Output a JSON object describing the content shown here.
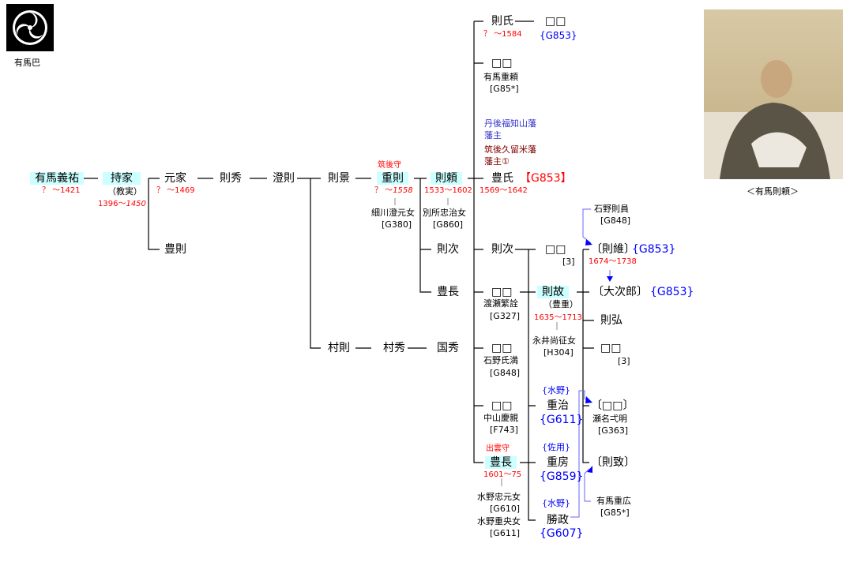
{
  "crest": {
    "label": "有馬巴"
  },
  "portrait": {
    "caption": "＜有馬則頼＞"
  },
  "nodes": {
    "yoshisuke": {
      "name": "有馬義祐",
      "dates": "？ ～1421"
    },
    "mochiie": {
      "name": "持家",
      "alias": "（教実）",
      "dates_a": "1396～",
      "dates_b": "1450"
    },
    "motoie": {
      "name": "元家",
      "dates": "？ ～1469"
    },
    "toyonori": {
      "name": "豊則"
    },
    "norihide": {
      "name": "則秀"
    },
    "suminori": {
      "name": "澄則"
    },
    "norikage": {
      "name": "則景"
    },
    "muranori": {
      "name": "村則"
    },
    "murahide": {
      "name": "村秀"
    },
    "kunihide": {
      "name": "国秀"
    },
    "shigenori": {
      "title": "筑後守",
      "name": "重則",
      "dates_a": "？ ～",
      "dates_b": "1558",
      "spouse": "細川澄元女",
      "spouse_ref": "[G380]"
    },
    "noriyori": {
      "name": "則頼",
      "dates": "1533～1602",
      "spouse": "別所忠治女",
      "spouse_ref": "[G860]"
    },
    "noritsugu1": {
      "name": "則次"
    },
    "toyonaga1": {
      "name": "豊長"
    },
    "noriuji": {
      "name": "則氏",
      "dates": "？ ～1584",
      "child": "□□",
      "child_ref": "{G853}"
    },
    "unknown1": {
      "name": "□□",
      "spouse": "有馬重頼",
      "spouse_ref": "[G85*]"
    },
    "toyouji": {
      "fief1": "丹後福知山藩",
      "fief1b": "藩主",
      "fief2": "筑後久留米藩",
      "fief2b": "藩主①",
      "name": "豊氏",
      "ref": "【G853】",
      "dates": "1569～1642"
    },
    "noritsugu2": {
      "name": "則次",
      "child": "□□",
      "child_ref": "[3]"
    },
    "d2": {
      "name": "□□",
      "spouse": "渡瀬繁詮",
      "spouse_ref": "[G327]"
    },
    "d3": {
      "name": "□□",
      "spouse": "石野氏満",
      "spouse_ref": "[G848]"
    },
    "d4": {
      "name": "□□",
      "spouse": "中山慶親",
      "spouse_ref": "[F743]"
    },
    "toyonaga2": {
      "title": "出雲守",
      "name": "豊長",
      "dates": "1601～75",
      "spouse1": "水野忠元女",
      "spouse1_ref": "[G610]",
      "spouse2": "水野重央女",
      "spouse2_ref": "[G611]"
    },
    "norimoto": {
      "name": "則故",
      "alias": "（豊重）",
      "dates": "1635～1713",
      "spouse": "永井尚征女",
      "spouse_ref": "[H304]"
    },
    "shigeharu": {
      "adopt": "{水野}",
      "name": "重治",
      "ref": "{G611}"
    },
    "shigefusa": {
      "adopt": "{佐用}",
      "name": "重房",
      "ref": "{G859}"
    },
    "katsumasa": {
      "adopt": "{水野}",
      "name": "勝政",
      "ref": "{G607}"
    },
    "norikore": {
      "name": "〔則維〕",
      "ref": "{G853}",
      "dates": "1674～1738"
    },
    "ishino": {
      "name": "石野則員",
      "ref": "[G848]"
    },
    "daijiro": {
      "name": "〔大次郎〕",
      "ref": "{G853}"
    },
    "norihiro": {
      "name": "則弘"
    },
    "e4": {
      "name": "□□",
      "ref": "[3]"
    },
    "e5": {
      "name": "〔□□〕",
      "spouse": "瀬名弌明",
      "spouse_ref": "[G363]"
    },
    "norimune": {
      "name": "〔則致〕"
    },
    "shigehiro": {
      "name": "有馬重広",
      "ref": "[G85*]"
    }
  }
}
